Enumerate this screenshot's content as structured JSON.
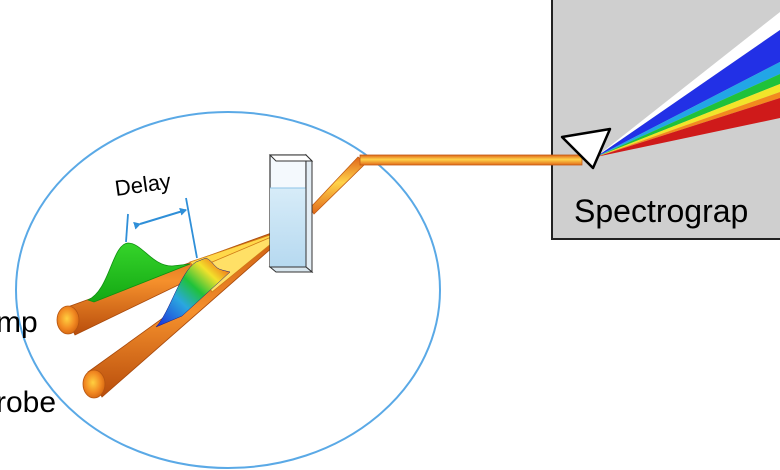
{
  "labels": {
    "delay": "Delay",
    "pump": "mp",
    "probe": "robe",
    "spectrograph": "Spectrograp"
  },
  "colors": {
    "beam_orange": "#f07f24",
    "beam_orange_dark": "#c45a12",
    "beam_yellow": "#ffd24a",
    "circle_blue": "#5aa9e6",
    "arrow_blue": "#2f8fd8",
    "pump_pulse_green": "#21c41e",
    "cuvette_fill": "#bfdff3",
    "spectrograph_bg": "#cfcfcf"
  }
}
